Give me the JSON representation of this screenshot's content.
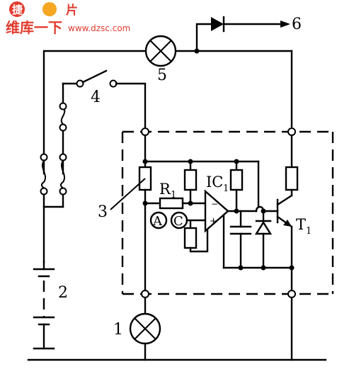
{
  "watermark": {
    "line1": "捷",
    "line1b": "片",
    "line2": "维库一下",
    "url": "www.dzsc.com",
    "logo_color": "#e23b2e",
    "accent_color": "#f5a623"
  },
  "labels": {
    "l1": "1",
    "l2": "2",
    "l3": "3",
    "l4": "4",
    "l5": "5",
    "l6": "6",
    "r1_main": "R",
    "r1_sub": "1",
    "ic_main": "IC",
    "ic_sub": "1",
    "t_main": "T",
    "t_sub": "1",
    "meter_a": "A",
    "meter_c": "C"
  },
  "colors": {
    "ink": "#000000",
    "background": "#ffffff"
  }
}
